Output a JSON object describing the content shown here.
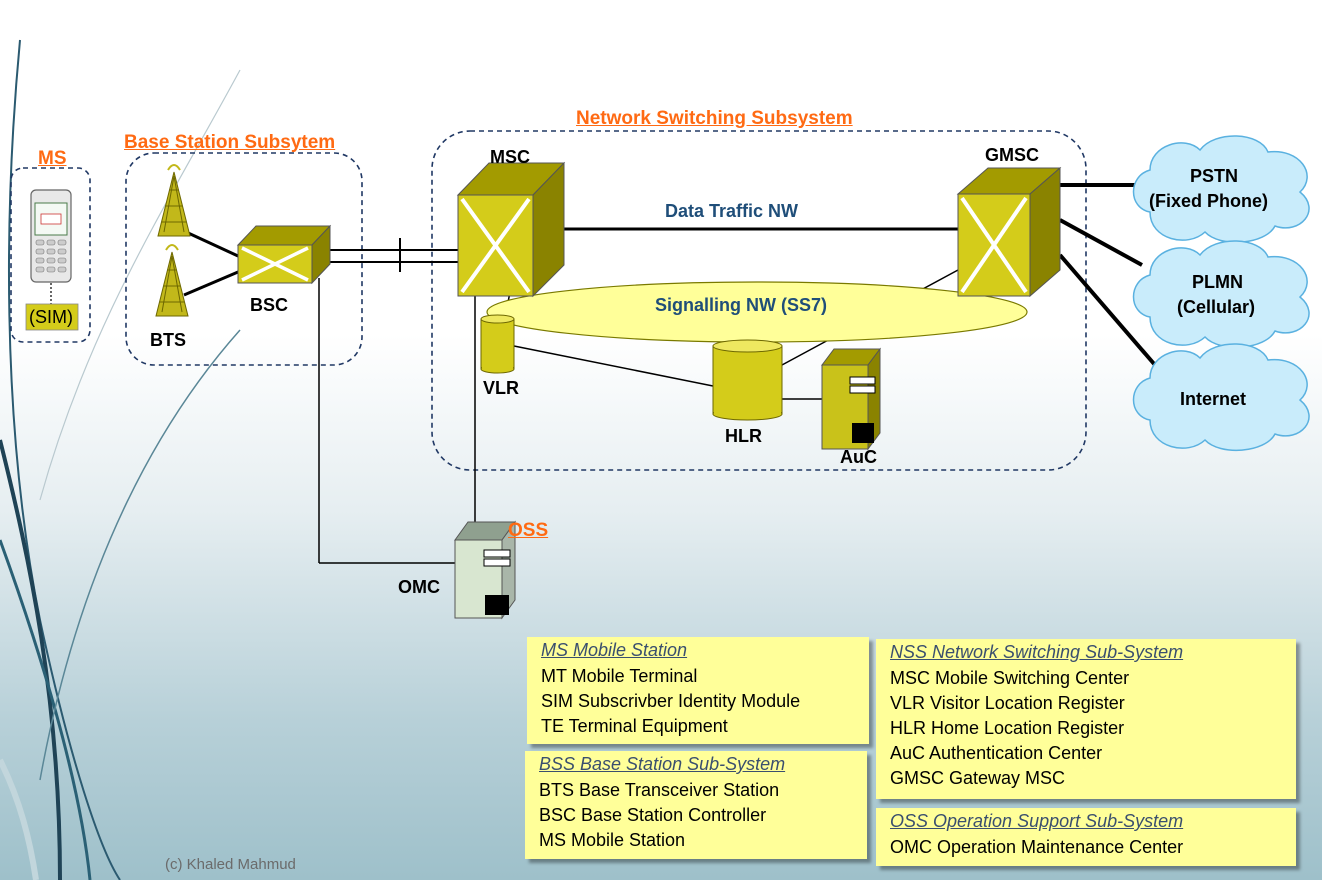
{
  "colors": {
    "accent": "#ff6a13",
    "legend_bg": "#ffff99",
    "element_fill": "#d4cc1a",
    "cloud": "#c9ecfb",
    "teal_text": "#1f4e79"
  },
  "groups": {
    "ms": "MS",
    "bss": "Base Station Subsytem",
    "nss": "Network Switching Subsystem",
    "oss": "OSS"
  },
  "elements": {
    "sim": "(SIM)",
    "bts": "BTS",
    "bsc": "BSC",
    "msc": "MSC",
    "gmsc": "GMSC",
    "vlr": "VLR",
    "hlr": "HLR",
    "auc": "AuC",
    "omc": "OMC"
  },
  "links": {
    "data_traffic": "Data Traffic NW",
    "signalling": "Signalling NW (SS7)"
  },
  "clouds": {
    "pstn_1": "PSTN",
    "pstn_2": "(Fixed Phone)",
    "plmn_1": "PLMN",
    "plmn_2": "(Cellular)",
    "internet": "Internet"
  },
  "legend": {
    "ms": {
      "header": "MS  Mobile Station",
      "rows": [
        "MT Mobile Terminal",
        "SIM Subscrivber Identity Module",
        "TE Terminal Equipment"
      ]
    },
    "bss": {
      "header": "BSS  Base Station Sub-System",
      "rows": [
        "BTS  Base Transceiver Station",
        "BSC  Base Station Controller",
        "MS  Mobile Station"
      ]
    },
    "nss": {
      "header": "NSS  Network Switching Sub-System",
      "rows": [
        "MSC  Mobile Switching Center",
        "VLR  Visitor Location Register",
        "HLR  Home Location Register",
        "AuC  Authentication Center",
        "GMSC  Gateway MSC"
      ]
    },
    "oss": {
      "header": "OSS  Operation Support Sub-System",
      "rows": [
        "OMC Operation Maintenance Center"
      ]
    }
  },
  "copyright": "(c) Khaled Mahmud"
}
